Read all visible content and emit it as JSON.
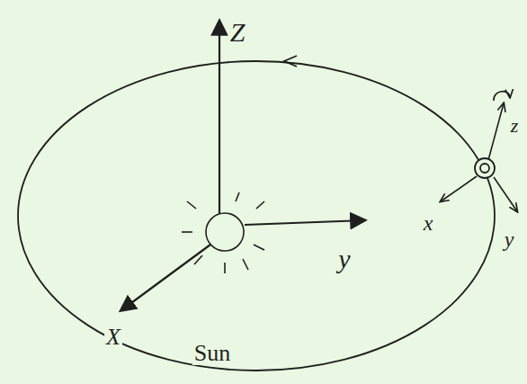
{
  "diagram": {
    "labels": [
      "Z",
      "y",
      "X",
      "Sun",
      "z",
      "x",
      "y"
    ]
  }
}
